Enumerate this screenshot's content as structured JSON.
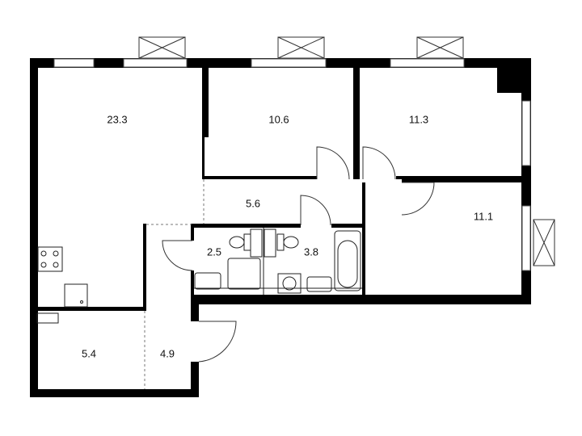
{
  "rooms": [
    {
      "id": "living-kitchen",
      "area": "23.3"
    },
    {
      "id": "bedroom-1",
      "area": "10.6"
    },
    {
      "id": "bedroom-2",
      "area": "11.3"
    },
    {
      "id": "hallway",
      "area": "5.6"
    },
    {
      "id": "toilet",
      "area": "2.5"
    },
    {
      "id": "bathroom",
      "area": "3.8"
    },
    {
      "id": "bedroom-3",
      "area": "11.1"
    },
    {
      "id": "storage",
      "area": "5.4"
    },
    {
      "id": "entrance",
      "area": "4.9"
    }
  ],
  "colors": {
    "wall": "#000000",
    "fixture": "#222222",
    "background": "#ffffff"
  }
}
